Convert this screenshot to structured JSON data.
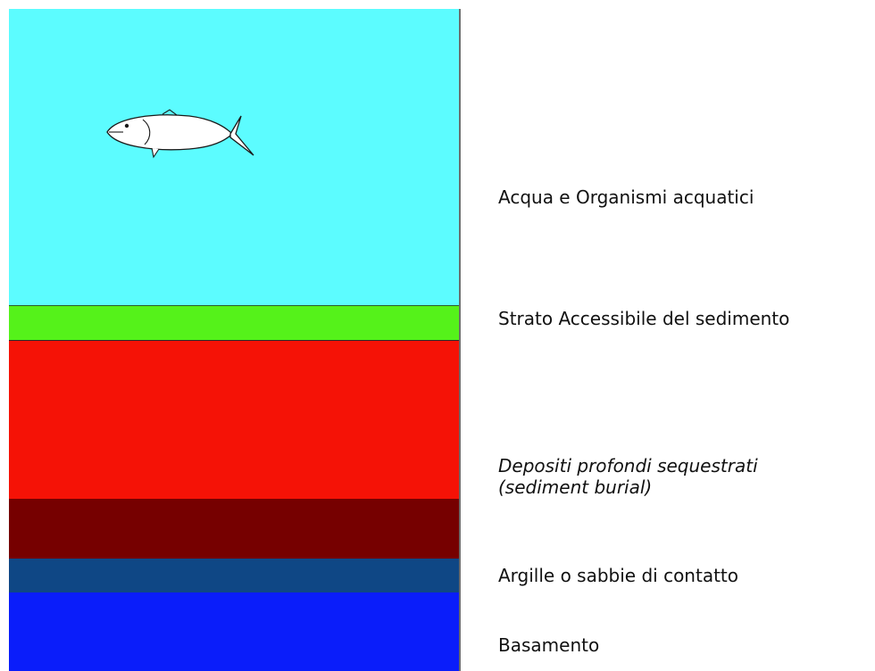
{
  "layers": [
    {
      "id": "water",
      "color": "#5cfcff"
    },
    {
      "id": "access",
      "color": "#55f21a"
    },
    {
      "id": "deep",
      "color": "#f51206"
    },
    {
      "id": "burial",
      "color": "#760000"
    },
    {
      "id": "clay",
      "color": "#0f4785"
    },
    {
      "id": "bedrock",
      "color": "#0a1dfa"
    }
  ],
  "labels": {
    "water": "Acqua e Organismi acquatici",
    "access": "Strato Accessibile del sedimento",
    "deep_line1": "Depositi profondi sequestrati",
    "deep_line2": "(sediment burial)",
    "clay": "Argille o sabbie di contatto",
    "bedrock": "Basamento"
  },
  "icons": {
    "fish": "fish-icon"
  }
}
